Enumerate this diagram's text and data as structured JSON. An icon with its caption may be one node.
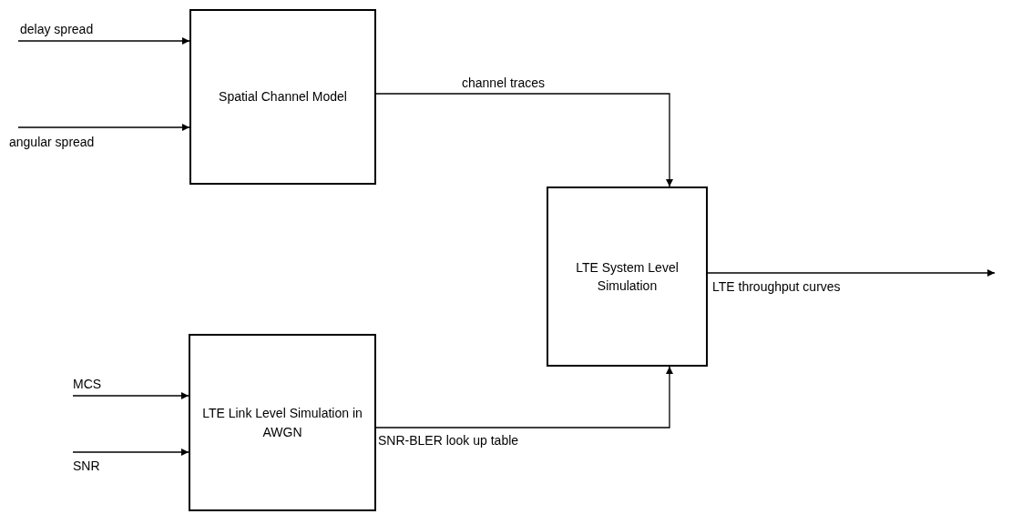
{
  "diagram": {
    "nodes": [
      {
        "text": [
          "Spatial Channel Model"
        ]
      },
      {
        "text": [
          "LTE System Level Simulation"
        ]
      },
      {
        "text": [
          "LTE Link Level Simulation in AWGN"
        ]
      }
    ],
    "edges": [
      {
        "from": null,
        "to": 0,
        "arrow": "to",
        "label": "delay spread"
      },
      {
        "from": null,
        "to": 0,
        "arrow": "to",
        "label": "angular spread"
      },
      {
        "from": 0,
        "to": 1,
        "arrow": "to",
        "label": "channel traces"
      },
      {
        "from": null,
        "to": 2,
        "arrow": "to",
        "label": "MCS"
      },
      {
        "from": null,
        "to": 2,
        "arrow": "to",
        "label": "SNR"
      },
      {
        "from": 2,
        "to": 1,
        "arrow": "to",
        "label": "SNR-BLER look up table"
      },
      {
        "from": 1,
        "to": null,
        "arrow": "to",
        "label": "LTE throughput curves"
      }
    ]
  }
}
